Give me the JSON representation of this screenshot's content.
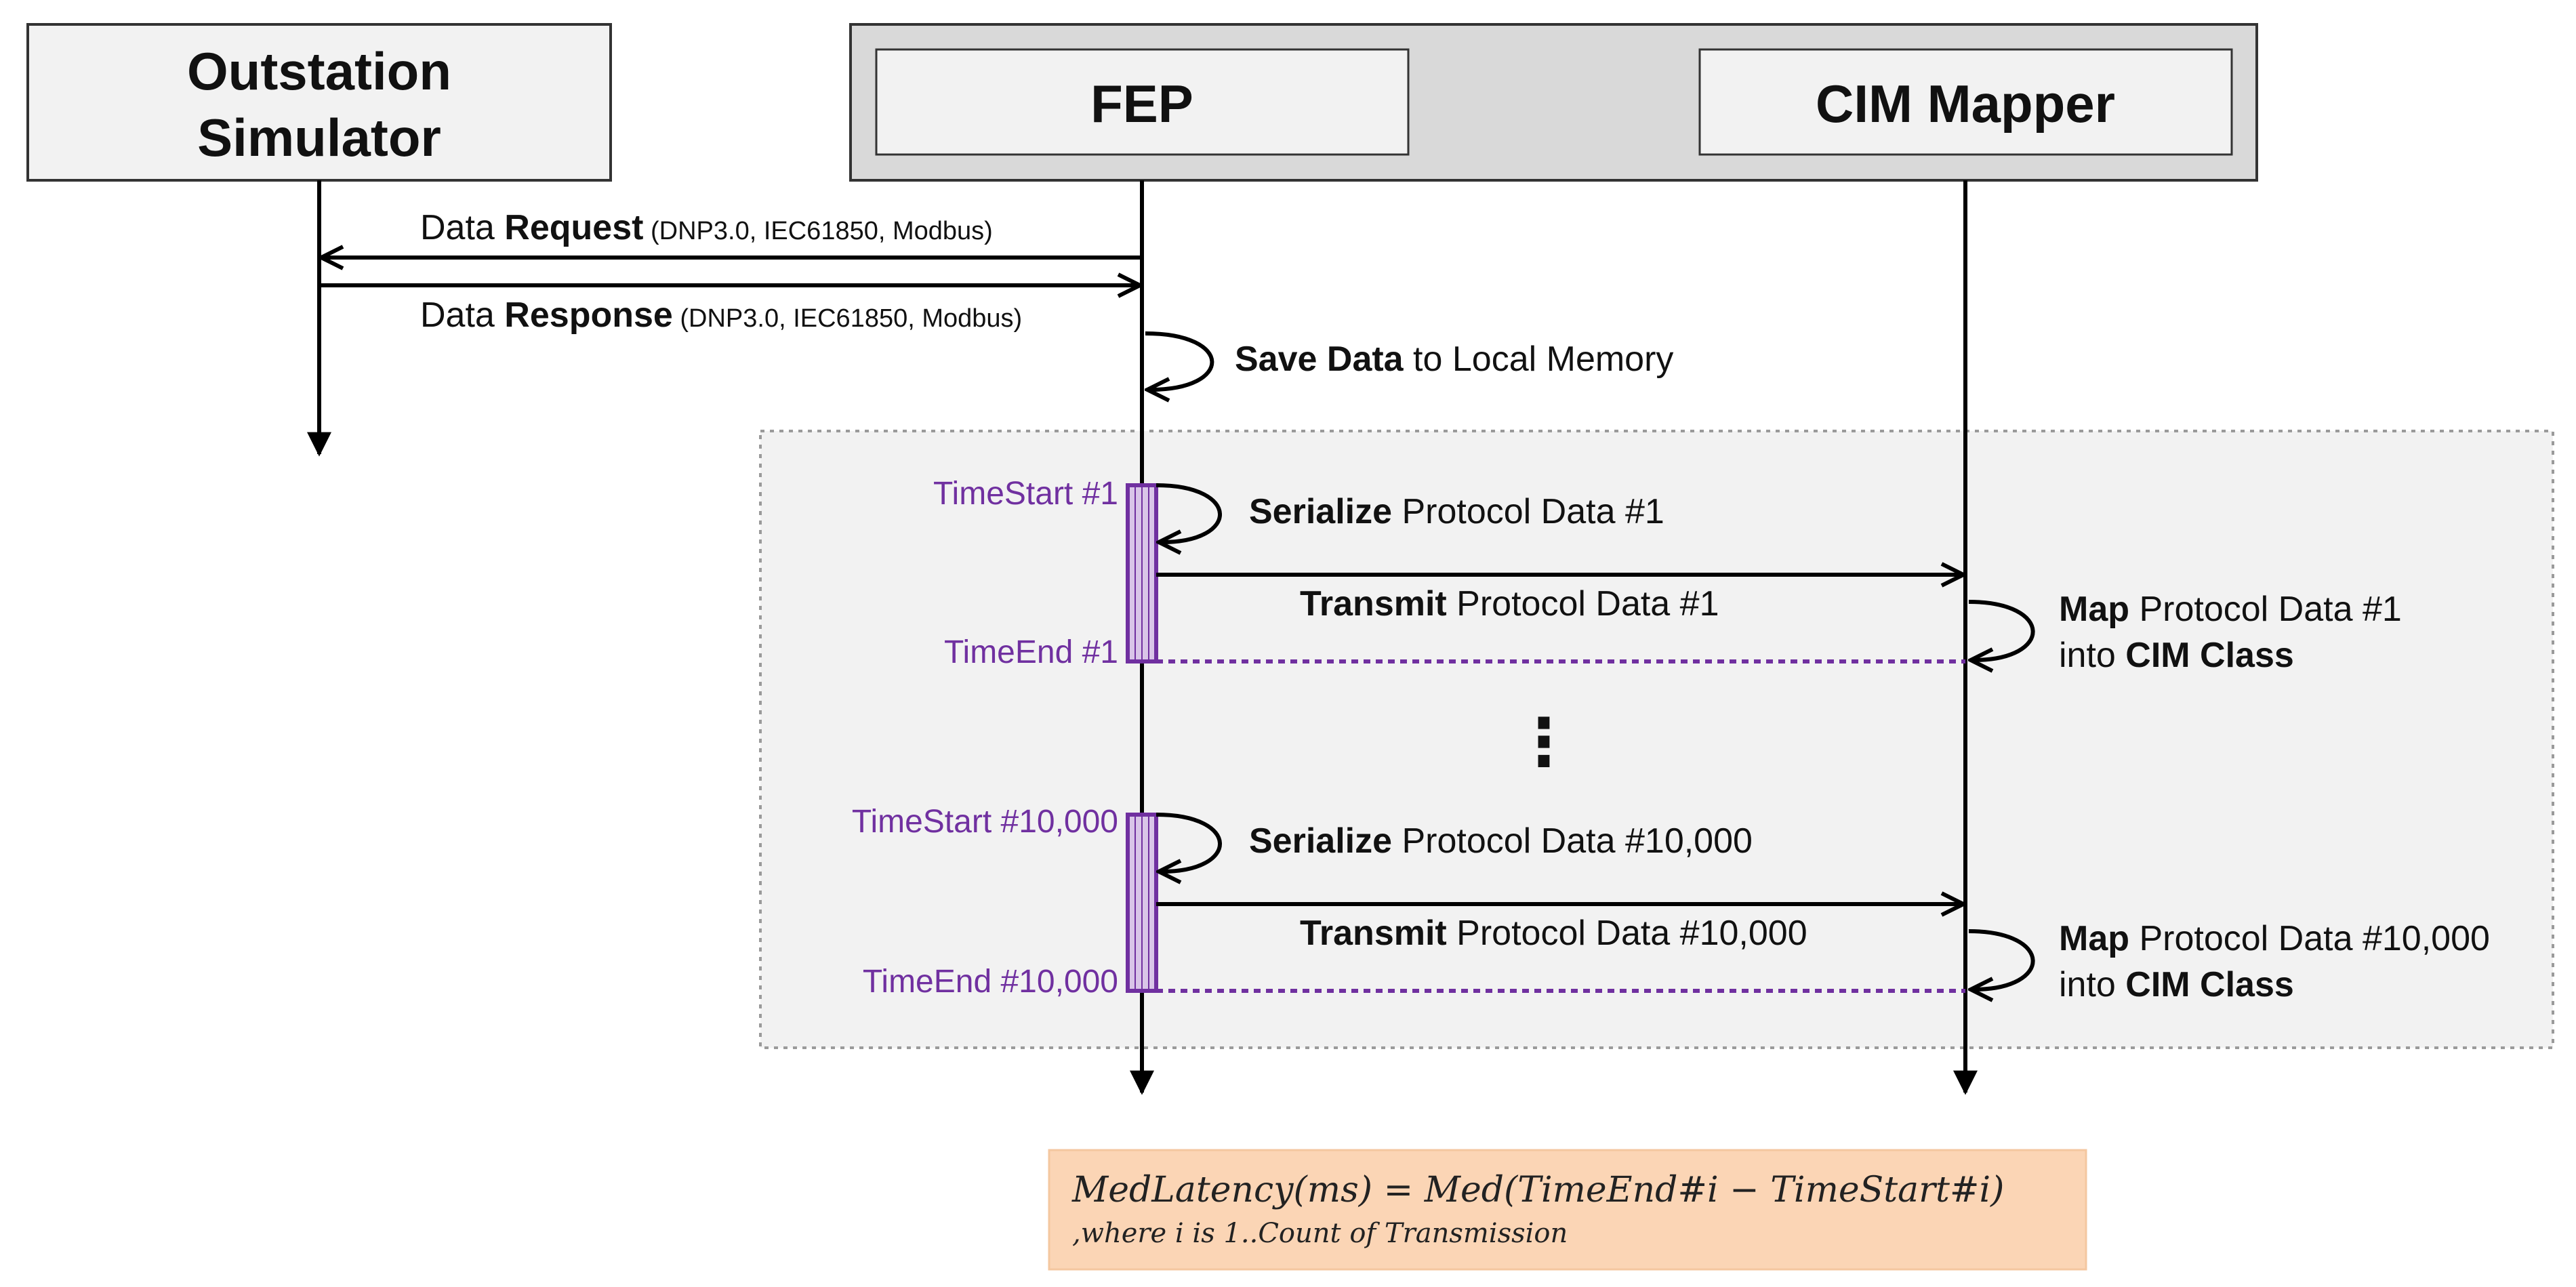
{
  "actors": {
    "outstation": {
      "line1": "Outstation",
      "line2": "Simulator"
    },
    "fep": "FEP",
    "cim_mapper": "CIM Mapper"
  },
  "messages": {
    "request": {
      "pre": "Data ",
      "bold": "Request",
      "small": " (DNP3.0, IEC61850, Modbus)"
    },
    "response": {
      "pre": "Data ",
      "bold": "Response",
      "small": " (DNP3.0, IEC61850, Modbus)"
    },
    "save": {
      "bold": "Save Data",
      "rest": " to Local Memory"
    },
    "serialize1": {
      "bold": "Serialize",
      "rest": " Protocol Data #1"
    },
    "transmit1": {
      "bold": "Transmit",
      "rest": " Protocol Data #1"
    },
    "map1": {
      "bold": "Map",
      "rest": " Protocol Data #1",
      "line2_pre": "into ",
      "line2_bold": "CIM Class"
    },
    "serialize2": {
      "bold": "Serialize",
      "rest": " Protocol Data #10,000"
    },
    "transmit2": {
      "bold": "Transmit",
      "rest": " Protocol Data #10,000"
    },
    "map2": {
      "bold": "Map",
      "rest": " Protocol Data #10,000",
      "line2_pre": "into ",
      "line2_bold": "CIM Class"
    }
  },
  "timestamps": {
    "start1": "TimeStart #1",
    "end1": "TimeEnd #1",
    "start2": "TimeStart #10,000",
    "end2": "TimeEnd #10,000"
  },
  "ellipsis": "⋮",
  "formula": {
    "line1": "MedLatency(ms) = Med(TimeEnd#i − TimeStart#i)",
    "line2": ",where i is 1..Count of Transmission"
  },
  "colors": {
    "purple": "#7030a0",
    "activation_fill": "#d9c5e8",
    "loop_bg": "#f2f2f2",
    "formula_bg": "#fbd5b5",
    "actor_fill": "#f2f2f2",
    "group_fill": "#d9d9d9"
  }
}
